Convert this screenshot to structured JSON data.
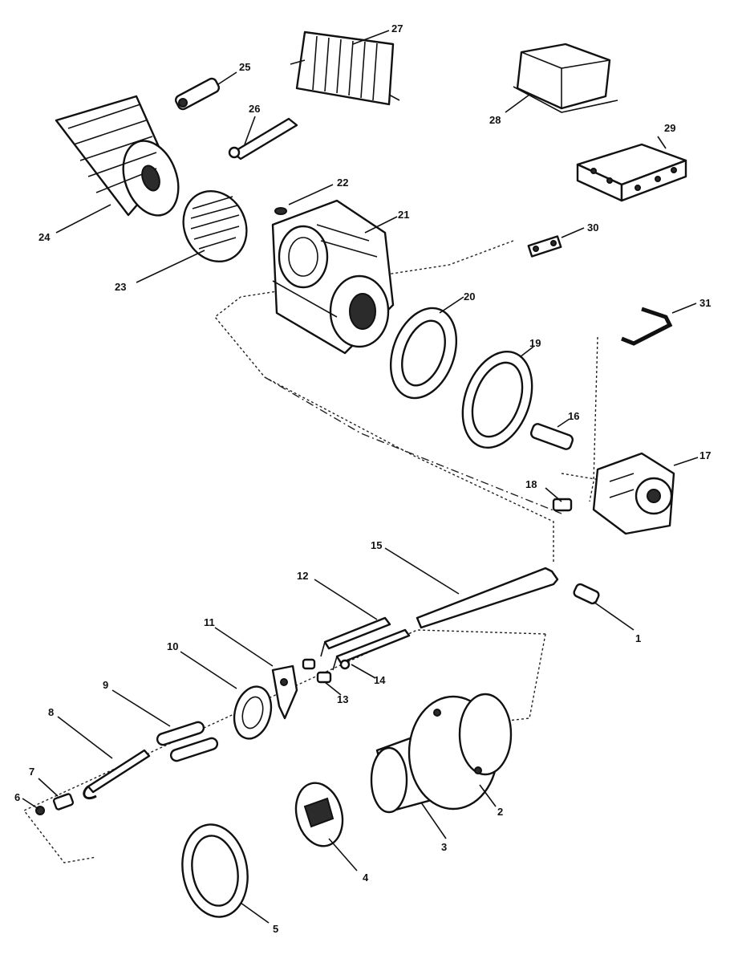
{
  "diagram": {
    "callouts": [
      {
        "id": "1",
        "text": "1"
      },
      {
        "id": "2",
        "text": "2"
      },
      {
        "id": "3",
        "text": "3"
      },
      {
        "id": "4",
        "text": "4"
      },
      {
        "id": "5",
        "text": "5"
      },
      {
        "id": "6",
        "text": "6"
      },
      {
        "id": "7",
        "text": "7"
      },
      {
        "id": "8",
        "text": "8"
      },
      {
        "id": "9",
        "text": "9"
      },
      {
        "id": "10",
        "text": "10"
      },
      {
        "id": "11",
        "text": "11"
      },
      {
        "id": "12",
        "text": "12"
      },
      {
        "id": "13",
        "text": "13"
      },
      {
        "id": "14",
        "text": "14"
      },
      {
        "id": "15",
        "text": "15"
      },
      {
        "id": "16",
        "text": "16"
      },
      {
        "id": "17",
        "text": "17"
      },
      {
        "id": "18",
        "text": "18"
      },
      {
        "id": "19",
        "text": "19"
      },
      {
        "id": "20",
        "text": "20"
      },
      {
        "id": "21",
        "text": "21"
      },
      {
        "id": "22",
        "text": "22"
      },
      {
        "id": "23",
        "text": "23"
      },
      {
        "id": "24",
        "text": "24"
      },
      {
        "id": "25",
        "text": "25"
      },
      {
        "id": "26",
        "text": "26"
      },
      {
        "id": "27",
        "text": "27"
      },
      {
        "id": "28",
        "text": "28"
      },
      {
        "id": "29",
        "text": "29"
      },
      {
        "id": "30",
        "text": "30"
      },
      {
        "id": "31",
        "text": "31"
      }
    ]
  }
}
